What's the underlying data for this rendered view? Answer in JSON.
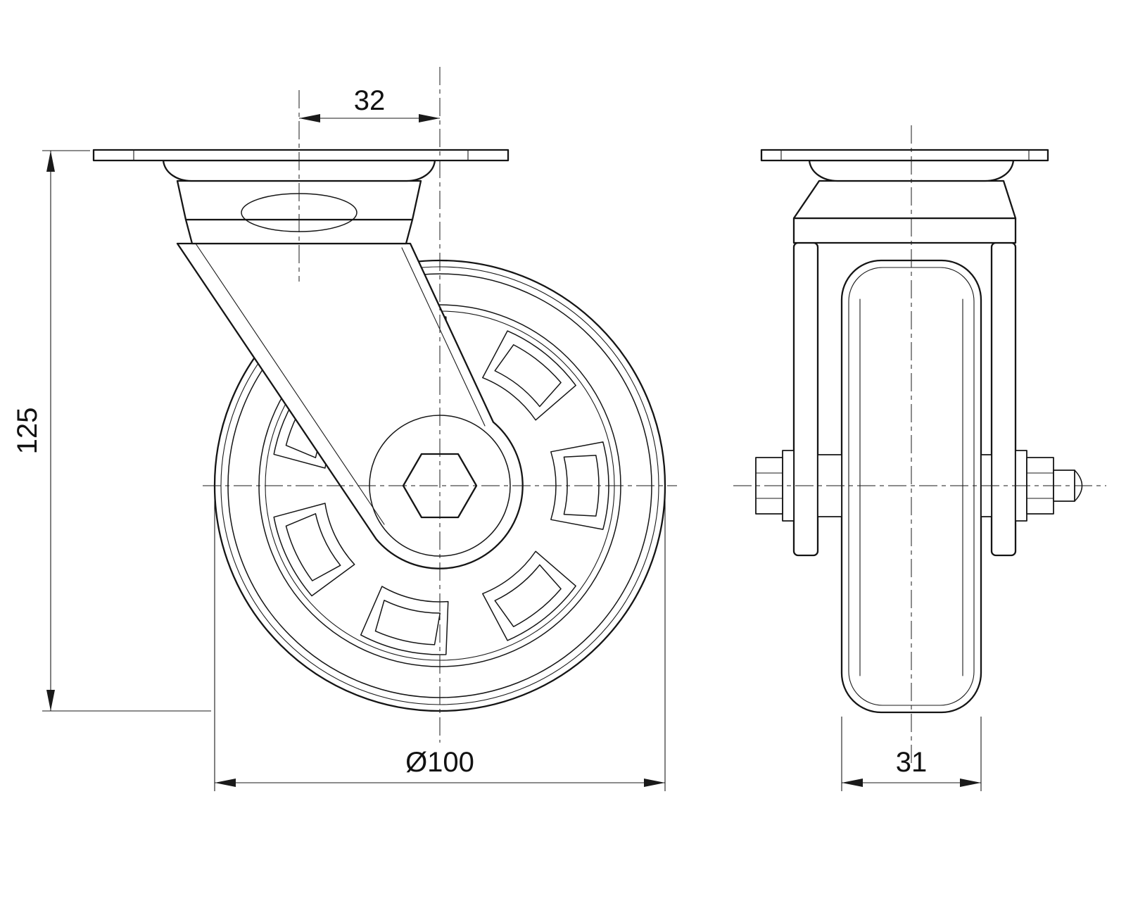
{
  "drawing": {
    "dimensions": {
      "plate_offset": "32",
      "overall_height": "125",
      "wheel_diameter": "Ø100",
      "wheel_width": "31"
    }
  }
}
